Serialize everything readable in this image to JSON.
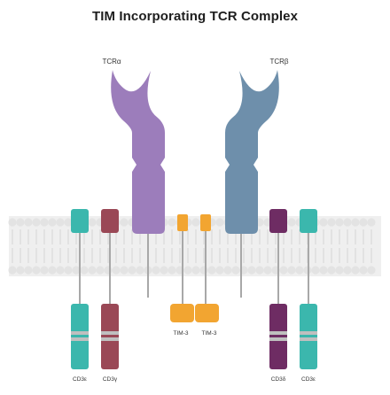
{
  "title": "TIM Incorporating TCR Complex",
  "labels": {
    "tcr_alpha": "TCRα",
    "tcr_beta": "TCRβ",
    "tim3_a": "TIM-3",
    "tim3_b": "TIM-3",
    "cd3e_left": "CD3ε",
    "cd3g": "CD3γ",
    "cd3d": "CD3δ",
    "cd3e_right": "CD3ε"
  },
  "colors": {
    "tcr_alpha": "#9c7dbb",
    "tcr_beta": "#6e8fab",
    "tim3": "#f2a531",
    "cd3e": "#3bb7ad",
    "cd3g": "#9a4856",
    "cd3d": "#6e2c63",
    "membrane": "#e3e3e3",
    "tail": "#a8a8a8"
  }
}
